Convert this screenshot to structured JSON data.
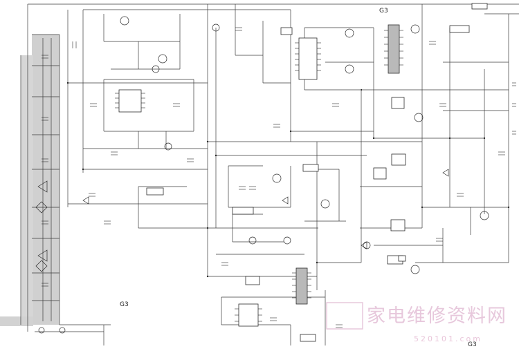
{
  "sheet": {
    "labels": {
      "g3_top": "G3",
      "g3_mid": "G3",
      "g3_bottom": "G3"
    },
    "watermark": {
      "text": "家电维修资料网",
      "url": "520101.com",
      "color": "#e7c8dc"
    },
    "colors": {
      "wire": "#3a3a3a",
      "highlight_band": "#d0d0d0",
      "background": "#ffffff"
    }
  }
}
